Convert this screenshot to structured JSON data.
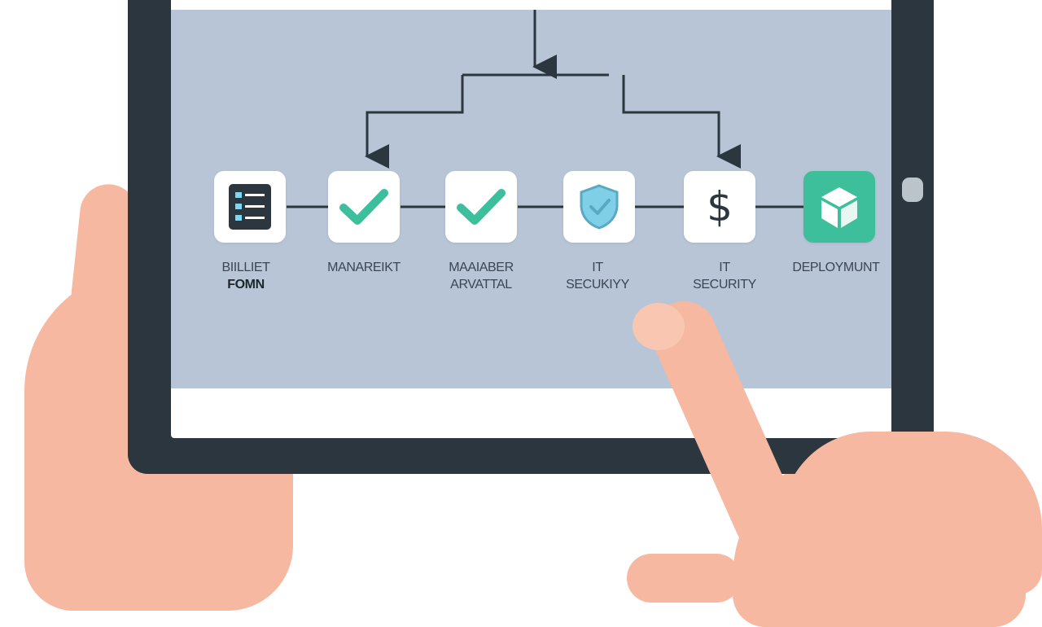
{
  "workflow": {
    "steps": [
      {
        "id": "form",
        "icon": "checklist-form-icon",
        "label_line1": "BIILLIET",
        "label_line2": "FOMN"
      },
      {
        "id": "manager",
        "icon": "checkmark-icon",
        "label_line1": "MANAREIKT",
        "label_line2": ""
      },
      {
        "id": "manager-approval",
        "icon": "checkmark-icon",
        "label_line1": "MAAIABER",
        "label_line2": "ARVATTAL"
      },
      {
        "id": "it-security-shield",
        "icon": "shield-check-icon",
        "label_line1": "IT",
        "label_line2": "SECUKIYY"
      },
      {
        "id": "it-security-finance",
        "icon": "dollar-icon",
        "dollar_glyph": "$",
        "label_line1": "IT",
        "label_line2": "SECURITY"
      },
      {
        "id": "deployment",
        "icon": "cube-icon",
        "label_line1": "DEPLOYMUNT",
        "label_line2": ""
      }
    ]
  },
  "colors": {
    "screen_background": "#b7c5d6",
    "tablet_frame": "#2b363e",
    "accent_teal": "#3dbf9c",
    "skin": "#f6b8a0"
  }
}
